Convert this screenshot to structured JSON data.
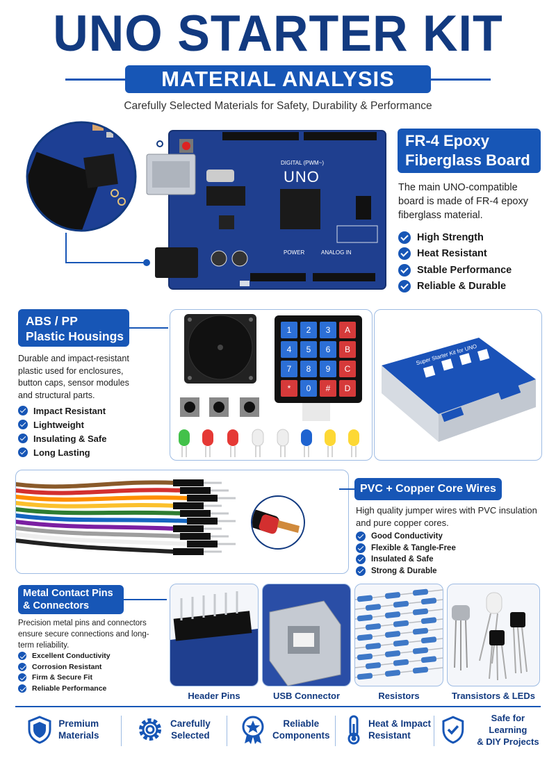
{
  "header": {
    "title": "UNO STARTER KIT",
    "subtitle": "MATERIAL ANALYSIS",
    "tagline": "Carefully Selected Materials for Safety, Durability & Performance"
  },
  "board": {
    "heading_line1": "FR-4 Epoxy",
    "heading_line2": "Fiberglass Board",
    "description": "The main UNO-compatible board is made of FR-4 epoxy fiberglass material.",
    "features": [
      "High Strength",
      "Heat Resistant",
      "Stable Performance",
      "Reliable & Durable"
    ],
    "silkscreen": {
      "brand": "UNO",
      "digital": "DIGITAL (PWM~)",
      "power": "POWER",
      "analog": "ANALOG IN"
    }
  },
  "plastic": {
    "heading_line1": "ABS / PP",
    "heading_line2": "Plastic Housings",
    "description": "Durable and impact-resistant plastic used for enclosures, button caps, sensor modules and structural parts.",
    "features": [
      "Impact Resistant",
      "Lightweight",
      "Insulating & Safe",
      "Long Lasting"
    ],
    "keypad_keys": [
      "1",
      "2",
      "3",
      "A",
      "4",
      "5",
      "6",
      "B",
      "7",
      "8",
      "9",
      "C",
      "*",
      "0",
      "#",
      "D"
    ],
    "box_label": "Super Starter Kit for UNO"
  },
  "wires": {
    "heading": "PVC + Copper Core Wires",
    "description": "High quality jumper wires with PVC insulation and pure copper cores.",
    "features": [
      "Good Conductivity",
      "Flexible & Tangle-Free",
      "Insulated & Safe",
      "Strong & Durable"
    ],
    "colors": [
      "#8a5a2a",
      "#d32f2f",
      "#ff8f00",
      "#fbc02d",
      "#2e7d32",
      "#1565c0",
      "#7b1fa2",
      "#9e9e9e",
      "#eeeeee",
      "#222222"
    ]
  },
  "metal": {
    "heading_line1": "Metal Contact Pins",
    "heading_line2": "& Connectors",
    "description": "Precision metal pins and connectors ensure secure connections and long-term reliability.",
    "features": [
      "Excellent Conductivity",
      "Corrosion Resistant",
      "Firm & Secure Fit",
      "Reliable Performance"
    ],
    "captions": [
      "Header Pins",
      "USB Connector",
      "Resistors",
      "Transistors & LEDs"
    ]
  },
  "footer": {
    "items": [
      {
        "line1": "Premium",
        "line2": "Materials",
        "icon": "shield-icon"
      },
      {
        "line1": "Carefully",
        "line2": "Selected",
        "icon": "gear-icon"
      },
      {
        "line1": "Reliable",
        "line2": "Components",
        "icon": "medal-icon"
      },
      {
        "line1": "Heat & Impact",
        "line2": "Resistant",
        "icon": "thermometer-icon"
      },
      {
        "line1": "Safe for Learning",
        "line2": "& DIY Projects",
        "icon": "shield-check-icon"
      }
    ]
  },
  "colors": {
    "navy": "#123a80",
    "accent": "#1756b6",
    "board": "#1f3f8f",
    "border": "#9dbbe3"
  }
}
